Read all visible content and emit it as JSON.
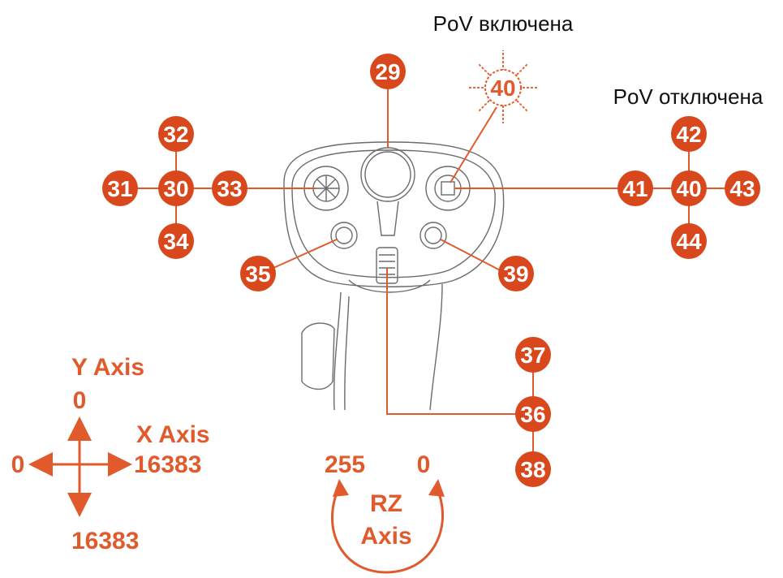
{
  "labels": {
    "pov_on": "PoV включена",
    "pov_off": "PoV отключена"
  },
  "buttons": {
    "b29": "29",
    "b30": "30",
    "b31": "31",
    "b32": "32",
    "b33": "33",
    "b34": "34",
    "b35": "35",
    "b36": "36",
    "b37": "37",
    "b38": "38",
    "b39": "39",
    "b40a": "40",
    "b40b": "40",
    "b41": "41",
    "b42": "42",
    "b43": "43",
    "b44": "44"
  },
  "axes": {
    "y_label": "Y Axis",
    "y_min": "0",
    "y_max": "16383",
    "x_label": "X Axis",
    "x_min": "0",
    "x_max": "16383",
    "rz_left": "255",
    "rz_right": "0",
    "rz_label_1": "RZ",
    "rz_label_2": "Axis"
  },
  "colors": {
    "accent": "#e05a2b",
    "badge": "#d9481c",
    "outline": "#6b6b6b"
  }
}
